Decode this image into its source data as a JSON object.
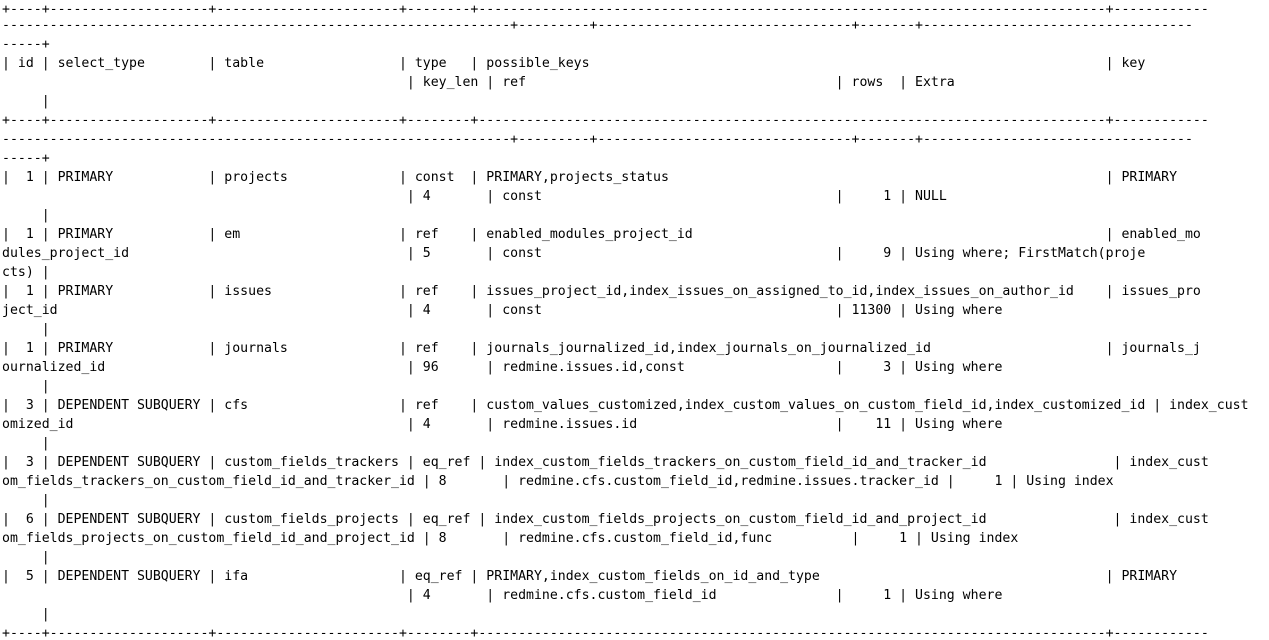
{
  "terminal": {
    "lines": [
      "+----+--------------------+-----------------------+--------+-------------------------------------------------------------------------------+------------",
      "----------------------------------------------------------------+---------+--------------------------------+-------+----------------------------------",
      "-----+",
      "| id | select_type        | table                 | type   | possible_keys                                                                 | key",
      "                                                   | key_len | ref                                       | rows  | Extra",
      "     |",
      "+----+--------------------+-----------------------+--------+-------------------------------------------------------------------------------+------------",
      "----------------------------------------------------------------+---------+--------------------------------+-------+----------------------------------",
      "-----+",
      "|  1 | PRIMARY            | projects              | const  | PRIMARY,projects_status                                                       | PRIMARY",
      "                                                   | 4       | const                                     |     1 | NULL",
      "     |",
      "|  1 | PRIMARY            | em                    | ref    | enabled_modules_project_id                                                    | enabled_mo",
      "dules_project_id                                   | 5       | const                                     |     9 | Using where; FirstMatch(proje",
      "cts) |",
      "|  1 | PRIMARY            | issues                | ref    | issues_project_id,index_issues_on_assigned_to_id,index_issues_on_author_id    | issues_pro",
      "ject_id                                            | 4       | const                                     | 11300 | Using where",
      "     |",
      "|  1 | PRIMARY            | journals              | ref    | journals_journalized_id,index_journals_on_journalized_id                      | journals_j",
      "ournalized_id                                      | 96      | redmine.issues.id,const                   |     3 | Using where",
      "     |",
      "|  3 | DEPENDENT SUBQUERY | cfs                   | ref    | custom_values_customized,index_custom_values_on_custom_field_id,index_customized_id | index_cust",
      "omized_id                                          | 4       | redmine.issues.id                         |    11 | Using where",
      "     |",
      "|  3 | DEPENDENT SUBQUERY | custom_fields_trackers | eq_ref | index_custom_fields_trackers_on_custom_field_id_and_tracker_id                | index_cust",
      "om_fields_trackers_on_custom_field_id_and_tracker_id | 8       | redmine.cfs.custom_field_id,redmine.issues.tracker_id |     1 | Using index",
      "     |",
      "|  6 | DEPENDENT SUBQUERY | custom_fields_projects | eq_ref | index_custom_fields_projects_on_custom_field_id_and_project_id                | index_cust",
      "om_fields_projects_on_custom_field_id_and_project_id | 8       | redmine.cfs.custom_field_id,func          |     1 | Using index",
      "     |",
      "|  5 | DEPENDENT SUBQUERY | ifa                   | eq_ref | PRIMARY,index_custom_fields_on_id_and_type                                    | PRIMARY",
      "                                                   | 4       | redmine.cfs.custom_field_id               |     1 | Using where",
      "     |",
      "+----+--------------------+-----------------------+--------+-------------------------------------------------------------------------------+------------"
    ]
  }
}
